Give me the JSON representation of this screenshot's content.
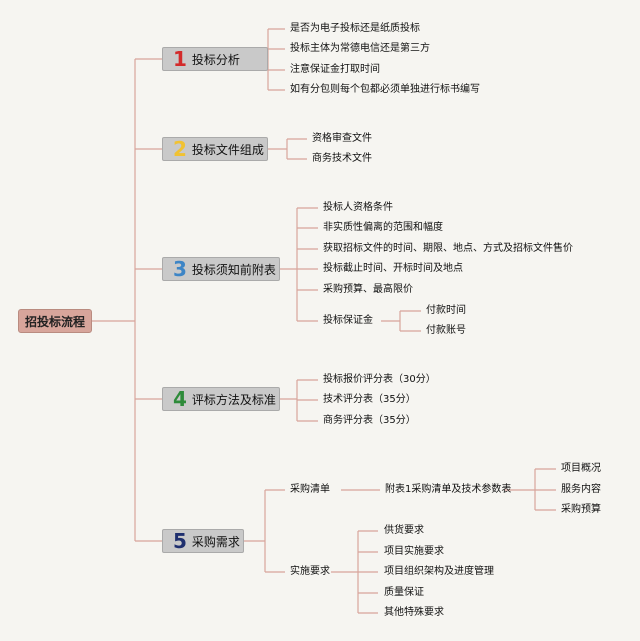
{
  "root": {
    "label": "招投标流程"
  },
  "sections": [
    {
      "num": "1",
      "color": "#d32a2a",
      "title": "投标分析",
      "items": [
        "是否为电子投标还是纸质投标",
        "投标主体为常德电信还是第三方",
        "注意保证金打取时间",
        "如有分包则每个包都必须单独进行标书编写"
      ]
    },
    {
      "num": "2",
      "color": "#f1c232",
      "title": "投标文件组成",
      "items": [
        "资格审查文件",
        "商务技术文件"
      ]
    },
    {
      "num": "3",
      "color": "#3d85c6",
      "title": "投标须知前附表",
      "items": [
        "投标人资格条件",
        "非实质性偏离的范围和幅度",
        "获取招标文件的时间、期限、地点、方式及招标文件售价",
        "投标截止时间、开标时间及地点",
        "采购预算、最高限价",
        "投标保证金"
      ],
      "guarantee_sub": [
        "付款时间",
        "付款账号"
      ]
    },
    {
      "num": "4",
      "color": "#2e8b3a",
      "title": "评标方法及标准",
      "items": [
        "投标报价评分表（30分）",
        "技术评分表（35分）",
        "商务评分表（35分）"
      ]
    },
    {
      "num": "5",
      "color": "#1f2f6e",
      "title": "采购需求",
      "procurement_list": {
        "label": "采购清单",
        "attachment": "附表1采购清单及技术参数表",
        "sub": [
          "项目概况",
          "服务内容",
          "采购预算"
        ]
      },
      "implementation": {
        "label": "实施要求",
        "sub": [
          "供货要求",
          "项目实施要求",
          "项目组织架构及进度管理",
          "质量保证",
          "其他特殊要求"
        ]
      }
    }
  ]
}
